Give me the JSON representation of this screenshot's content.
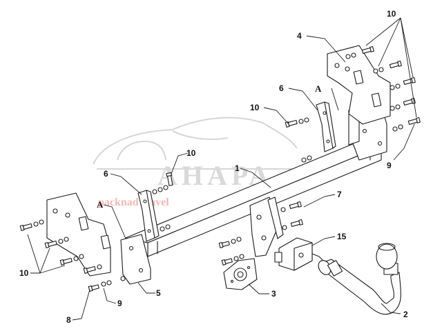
{
  "watermark": {
    "title": "АНАРА",
    "subtitle": "packnad travel"
  },
  "callouts": {
    "c1": "1",
    "c2": "2",
    "c3": "3",
    "c4": "4",
    "c5": "5",
    "c6_left": "6",
    "c6_right": "6",
    "c7": "7",
    "c8": "8",
    "c9_left": "9",
    "c9_right": "9",
    "c10_top_right": "10",
    "c10_mid": "10",
    "c10_upper_left": "10",
    "c10_left": "10",
    "c15": "15"
  },
  "references": {
    "a_left": "A",
    "a_right": "A"
  }
}
